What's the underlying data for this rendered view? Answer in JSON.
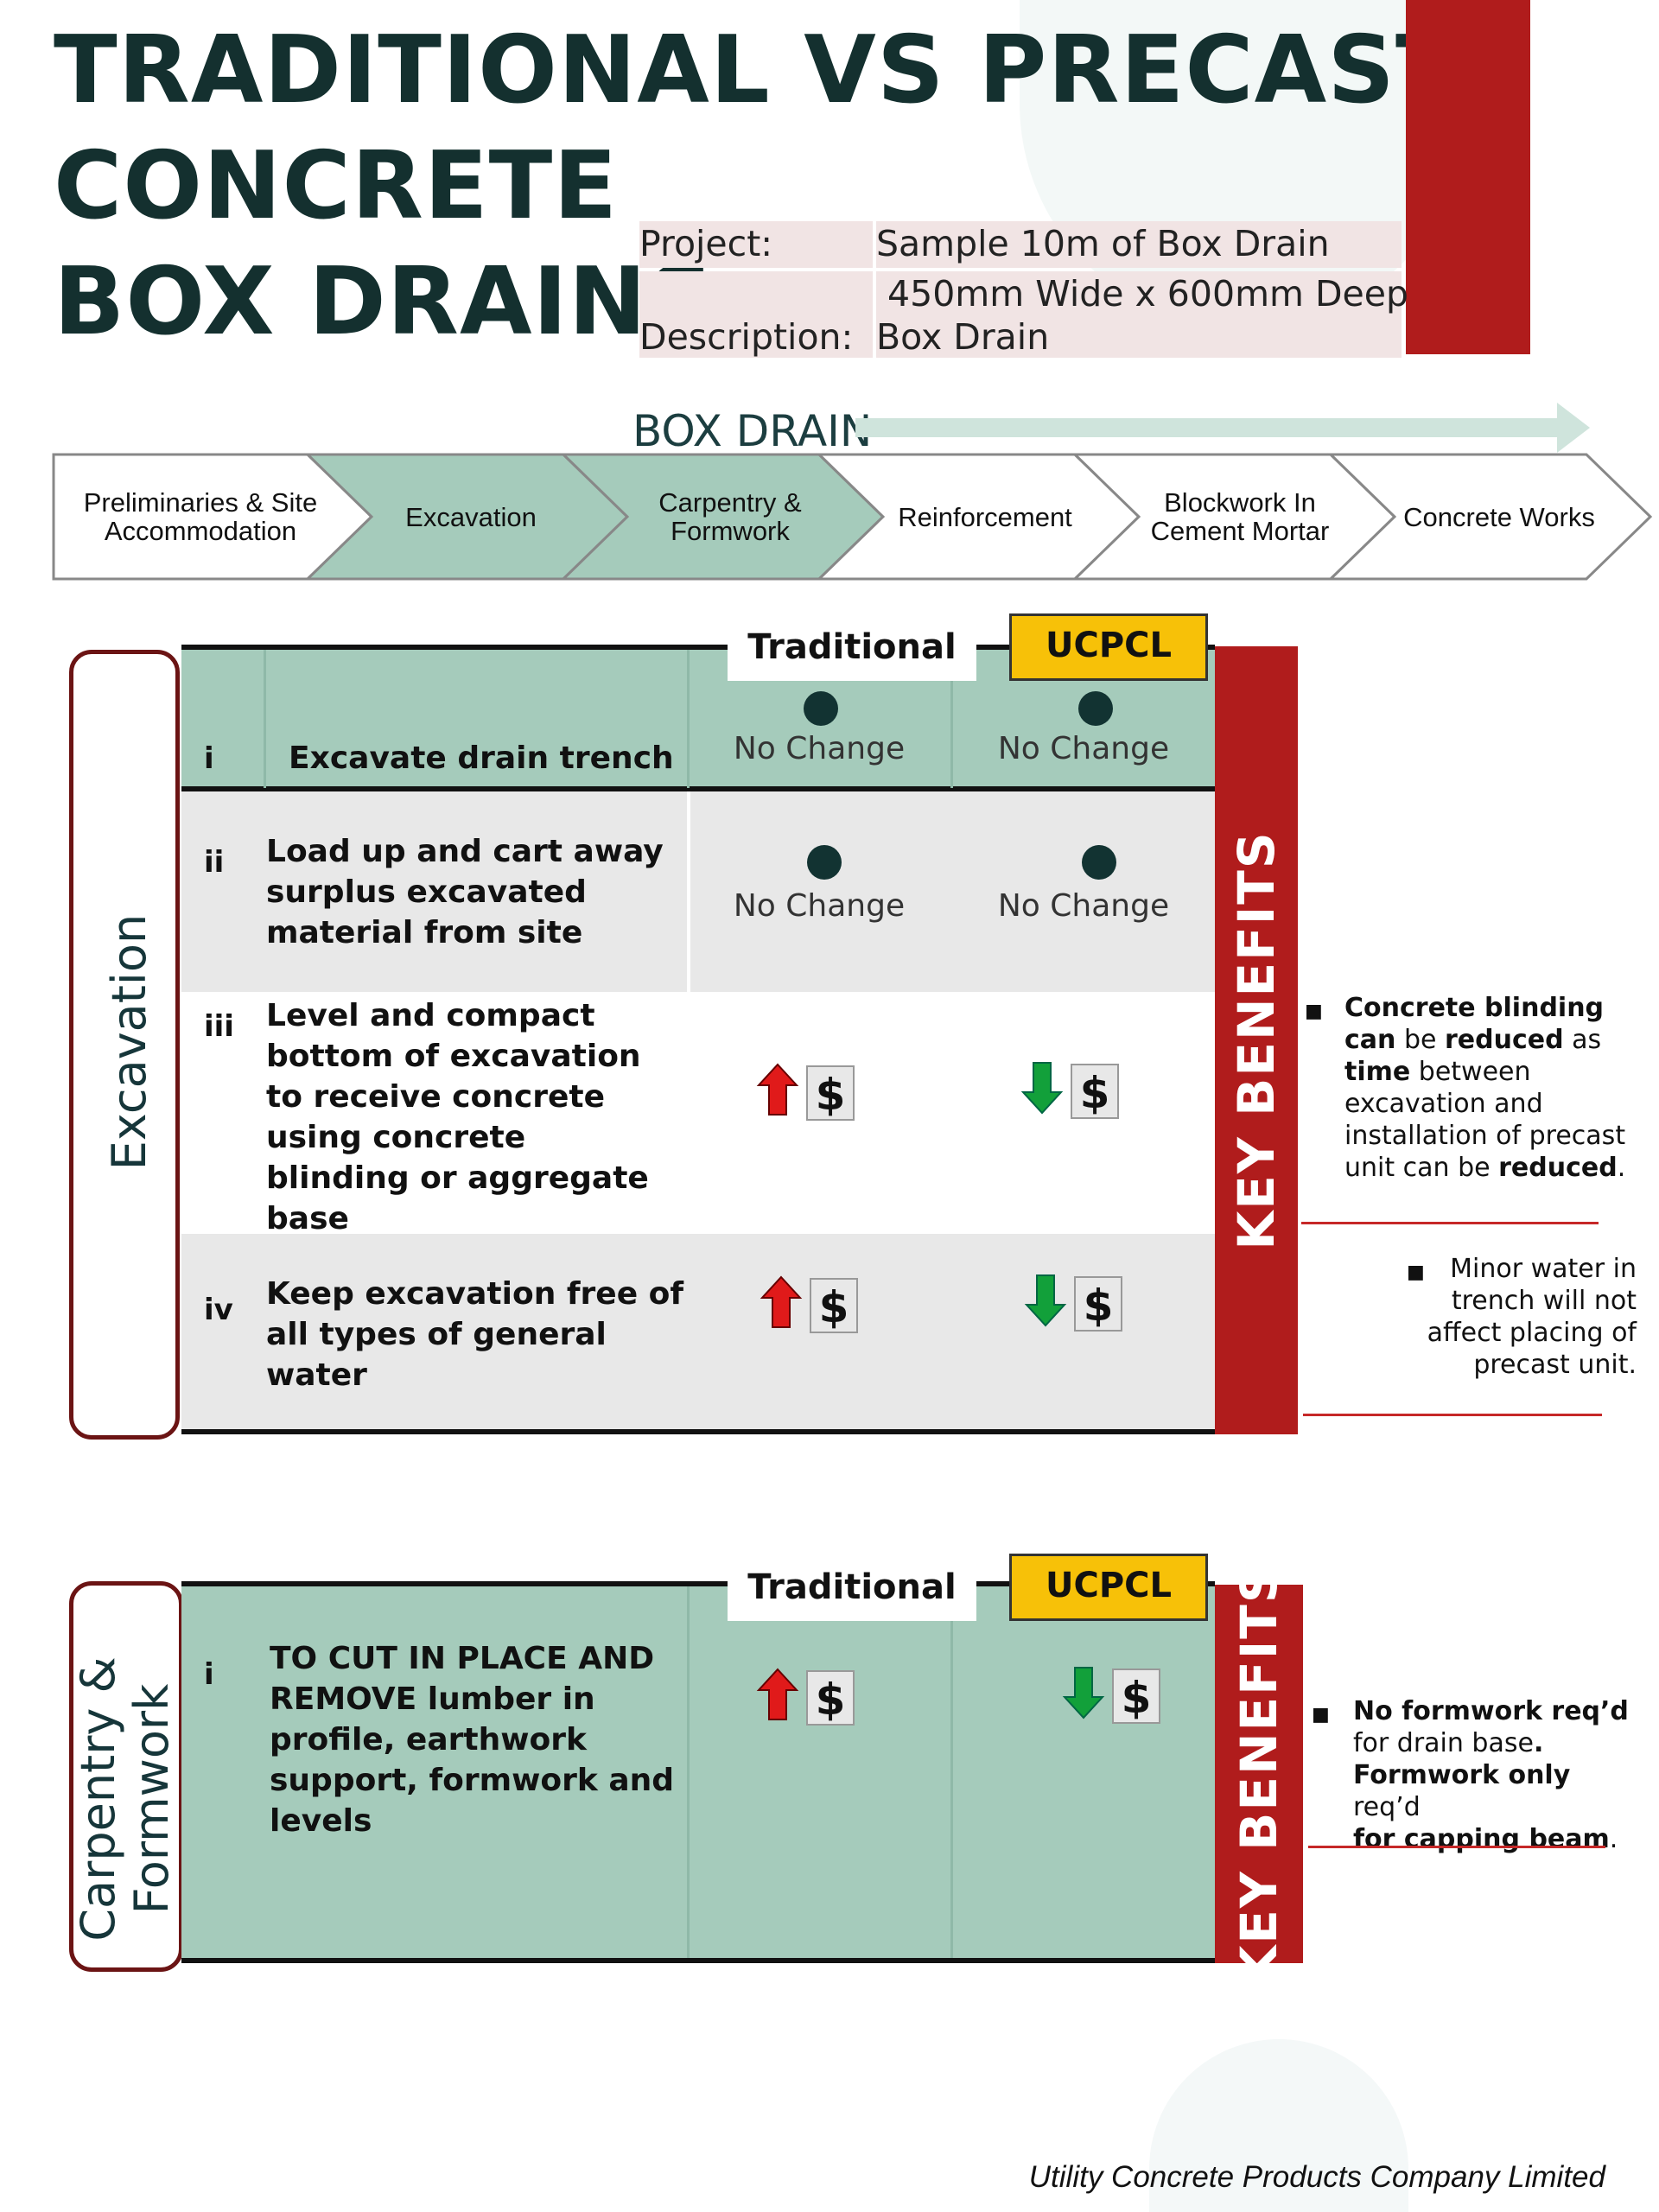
{
  "title": {
    "line1": "TRADITIONAL VS PRECAST",
    "line2": "CONCRETE",
    "line3": "BOX DRAINS"
  },
  "project_table": {
    "project_label": "Project:",
    "project_value": "Sample 10m of Box Drain",
    "description_label": "Description:",
    "description_line1": " 450mm Wide x 600mm Deep",
    "description_line2": "Box Drain"
  },
  "process": {
    "label": "BOX DRAIN",
    "steps": [
      {
        "label": "Preliminaries & Site Accommodation",
        "highlight": false
      },
      {
        "label": "Excavation",
        "highlight": true
      },
      {
        "label": "Carpentry & Formwork",
        "highlight": true
      },
      {
        "label": "Reinforcement",
        "highlight": false
      },
      {
        "label": "Blockwork In Cement Mortar",
        "highlight": false
      },
      {
        "label": "Concrete Works",
        "highlight": false
      }
    ]
  },
  "colors": {
    "accent_green": "#a5cbbb",
    "brand_red": "#b01c1c",
    "ucpcl_yellow": "#f7c108",
    "dark_teal": "#14302f"
  },
  "section1": {
    "side_label": "Excavation",
    "col_traditional": "Traditional",
    "col_ucpcl": "UCPCL",
    "key_benefits": "KEY BENEFITS",
    "rows": [
      {
        "num": "i",
        "text": "Excavate drain trench",
        "traditional": "No Change",
        "ucpcl": "No Change"
      },
      {
        "num": "ii",
        "text": "Load up and cart away surplus excavated material from site",
        "traditional": "No Change",
        "ucpcl": "No Change"
      },
      {
        "num": "iii",
        "text": "Level and compact bottom of excavation to receive concrete using concrete blinding or aggregate base",
        "traditional": "up-cost-icon",
        "ucpcl": "down-cost-icon"
      },
      {
        "num": "iv",
        "text": "Keep excavation free of all types of general water",
        "traditional": "up-cost-icon",
        "ucpcl": "down-cost-icon"
      }
    ],
    "benefit1": {
      "b1": "Concrete blinding",
      "b2": "can",
      "t1": "be",
      "b3": "reduced",
      "t2": "as",
      "b4": "time",
      "t3": "between excavation and installation of precast unit can be",
      "b5": "reduced",
      "t4": "."
    },
    "benefit2": {
      "text": "Minor water in trench will not affect placing of precast unit."
    }
  },
  "section2": {
    "side_label_1": "Carpentry &",
    "side_label_2": "Formwork",
    "col_traditional": "Traditional",
    "col_ucpcl": "UCPCL",
    "key_benefits": "KEY BENEFITS",
    "row": {
      "num": "i",
      "text": "TO CUT IN PLACE AND REMOVE lumber in profile, earthwork support, formwork and levels",
      "traditional": "up-cost-icon",
      "ucpcl": "down-cost-icon"
    },
    "benefit": {
      "b1": "No formwork req’d",
      "t1": "for drain base",
      "b2": ".",
      "b3": "Formwork only",
      "t2": "req’d",
      "b4": "for capping beam",
      "t3": "."
    }
  },
  "footer": "Utility Concrete Products Company Limited"
}
